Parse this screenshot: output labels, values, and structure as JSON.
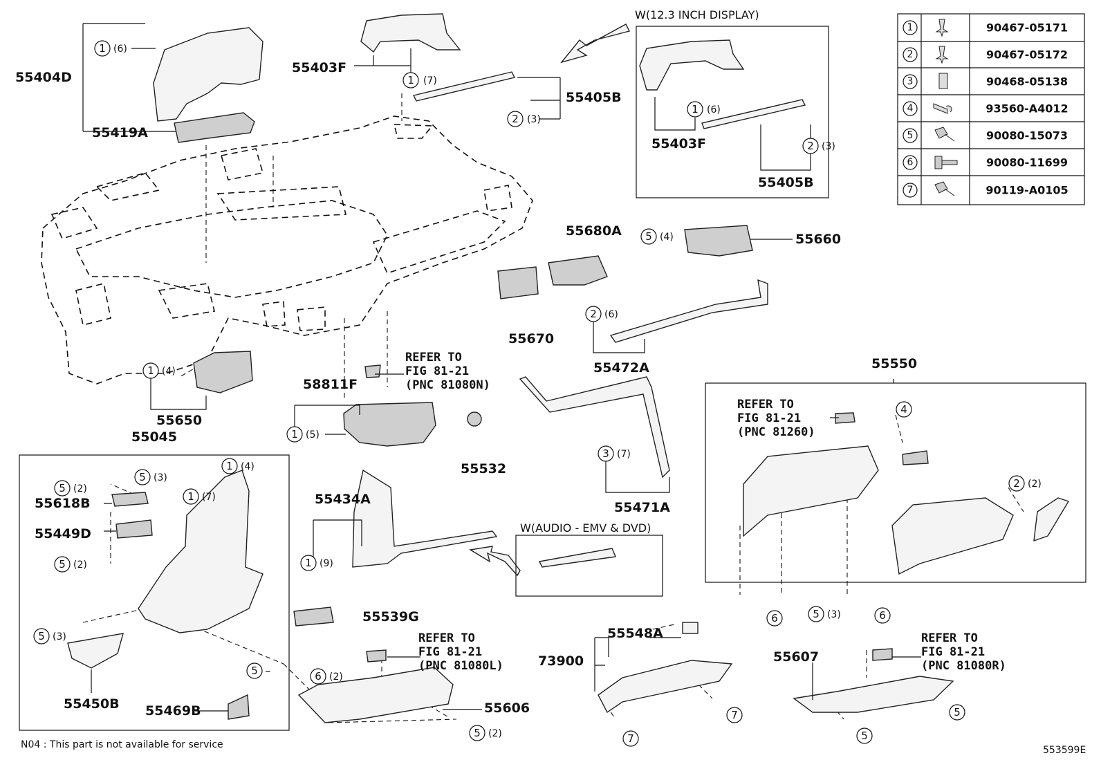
{
  "titles": {
    "display_variant": "W(12.3 INCH DISPLAY)",
    "audio_variant": "W(AUDIO - EMV & DVD)"
  },
  "part_numbers": {
    "p55404D": "55404D",
    "p55419A": "55419A",
    "p55403F": "55403F",
    "p55405B": "55405B",
    "p55403F_b": "55403F",
    "p55405B_b": "55405B",
    "p55680A": "55680A",
    "p55660": "55660",
    "p55670": "55670",
    "p55472A": "55472A",
    "p55650": "55650",
    "p58811F": "58811F",
    "p55532": "55532",
    "p55045": "55045",
    "p55550": "55550",
    "p55471A": "55471A",
    "p55434A": "55434A",
    "p55618B": "55618B",
    "p55449D": "55449D",
    "p55539G": "55539G",
    "p55450B": "55450B",
    "p55469B": "55469B",
    "p55548A": "55548A",
    "p73900": "73900",
    "p55606": "55606",
    "p55607": "55607"
  },
  "refs": {
    "r1": [
      "REFER TO",
      "FIG 81-21",
      "(PNC 81080N)"
    ],
    "r2": [
      "REFER TO",
      "FIG 81-21",
      "(PNC 81260)"
    ],
    "r3": [
      "REFER TO",
      "FIG 81-21",
      "(PNC 81080L)"
    ],
    "r4": [
      "REFER TO",
      "FIG 81-21",
      "(PNC 81080R)"
    ]
  },
  "qty": {
    "q16a": "(6)",
    "q17a": "(7)",
    "q23a": "(3)",
    "q16b": "(6)",
    "q23b": "(3)",
    "q54": "(4)",
    "q26": "(6)",
    "q14": "(4)",
    "q15": "(5)",
    "q37": "(7)",
    "q52a": "(2)",
    "q53a": "(3)",
    "q14b": "(4)",
    "q17b": "(7)",
    "q52b": "(2)",
    "q19": "(9)",
    "q22": "(2)",
    "q53b": "(3)",
    "q62": "(2)",
    "q52c": "(2)",
    "q53c": "(3)"
  },
  "circle_numbers": [
    "1",
    "2",
    "3",
    "4",
    "5",
    "6",
    "7"
  ],
  "legend": {
    "rows": [
      {
        "num": "1",
        "pn": "90467-05171",
        "icon": "clip-icon"
      },
      {
        "num": "2",
        "pn": "90467-05172",
        "icon": "clip-icon"
      },
      {
        "num": "3",
        "pn": "90468-05138",
        "icon": "clip-nut-icon"
      },
      {
        "num": "4",
        "pn": "93560-A4012",
        "icon": "pin-icon"
      },
      {
        "num": "5",
        "pn": "90080-15073",
        "icon": "screw-icon"
      },
      {
        "num": "6",
        "pn": "90080-11699",
        "icon": "bolt-icon"
      },
      {
        "num": "7",
        "pn": "90119-A0105",
        "icon": "screw-icon"
      }
    ]
  },
  "footer": {
    "note": "N04 : This part is not available for service",
    "diagram_id": "553599E"
  }
}
